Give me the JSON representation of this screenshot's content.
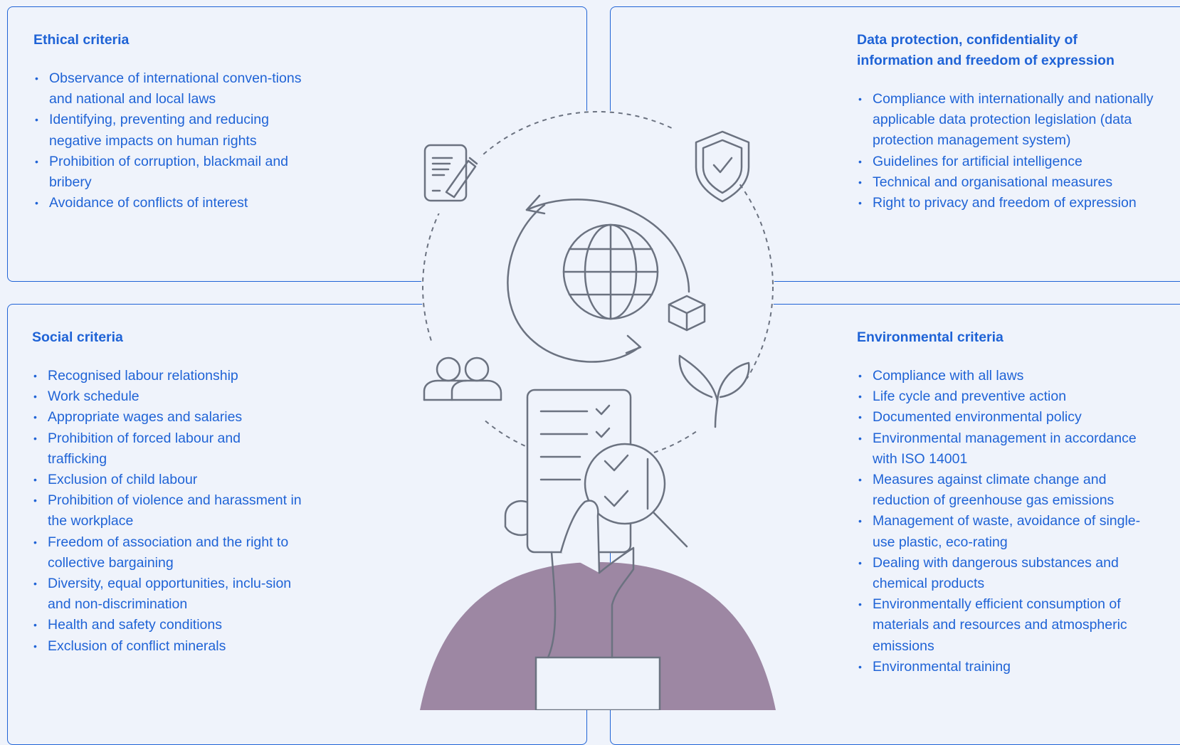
{
  "colors": {
    "background": "#eff3fb",
    "accent": "#1f63d6",
    "icon_stroke": "#6b7280",
    "figure_fill": "#9d87a3"
  },
  "sections": {
    "ethical": {
      "title": "Ethical criteria",
      "items": [
        "Observance of international conven-tions and national and local laws",
        "Identifying, preventing and reducing negative impacts on human rights",
        "Prohibition of corruption, blackmail and bribery",
        "Avoidance of conflicts of interest"
      ]
    },
    "data_protection": {
      "title": "Data protection, confidentiality of information and freedom of expression",
      "items": [
        "Compliance with internationally and nationally applicable data protection legislation (data protection management system)",
        "Guidelines for artificial intelligence",
        "Technical and organisational measures",
        "Right to privacy and freedom of expression"
      ]
    },
    "social": {
      "title": "Social criteria",
      "items": [
        "Recognised labour relationship",
        "Work schedule",
        "Appropriate wages and salaries",
        "Prohibition of forced labour and trafficking",
        "Exclusion of child labour",
        "Prohibition of violence and harassment in the workplace",
        "Freedom of association and the right to collective bargaining",
        "Diversity, equal opportunities, inclu-sion and non-discrimination",
        "Health and safety conditions",
        "Exclusion of conflict minerals"
      ]
    },
    "environmental": {
      "title": "Environmental criteria",
      "items": [
        "Compliance with all laws",
        "Life cycle and preventive action",
        "Documented environmental policy",
        "Environmental management in accordance with ISO 14001",
        "Measures against climate change and reduction of greenhouse gas emissions",
        "Management of waste, avoidance of single-use plastic, eco-rating",
        "Dealing with dangerous substances and chemical products",
        "Environmentally efficient consumption of materials and resources and atmospheric emissions",
        "Environmental training"
      ]
    }
  },
  "icons": [
    "document-pen-icon",
    "shield-check-icon",
    "globe-cycle-icon",
    "box-icon",
    "people-icon",
    "leaf-icon",
    "checklist-icon",
    "magnifier-icon"
  ]
}
